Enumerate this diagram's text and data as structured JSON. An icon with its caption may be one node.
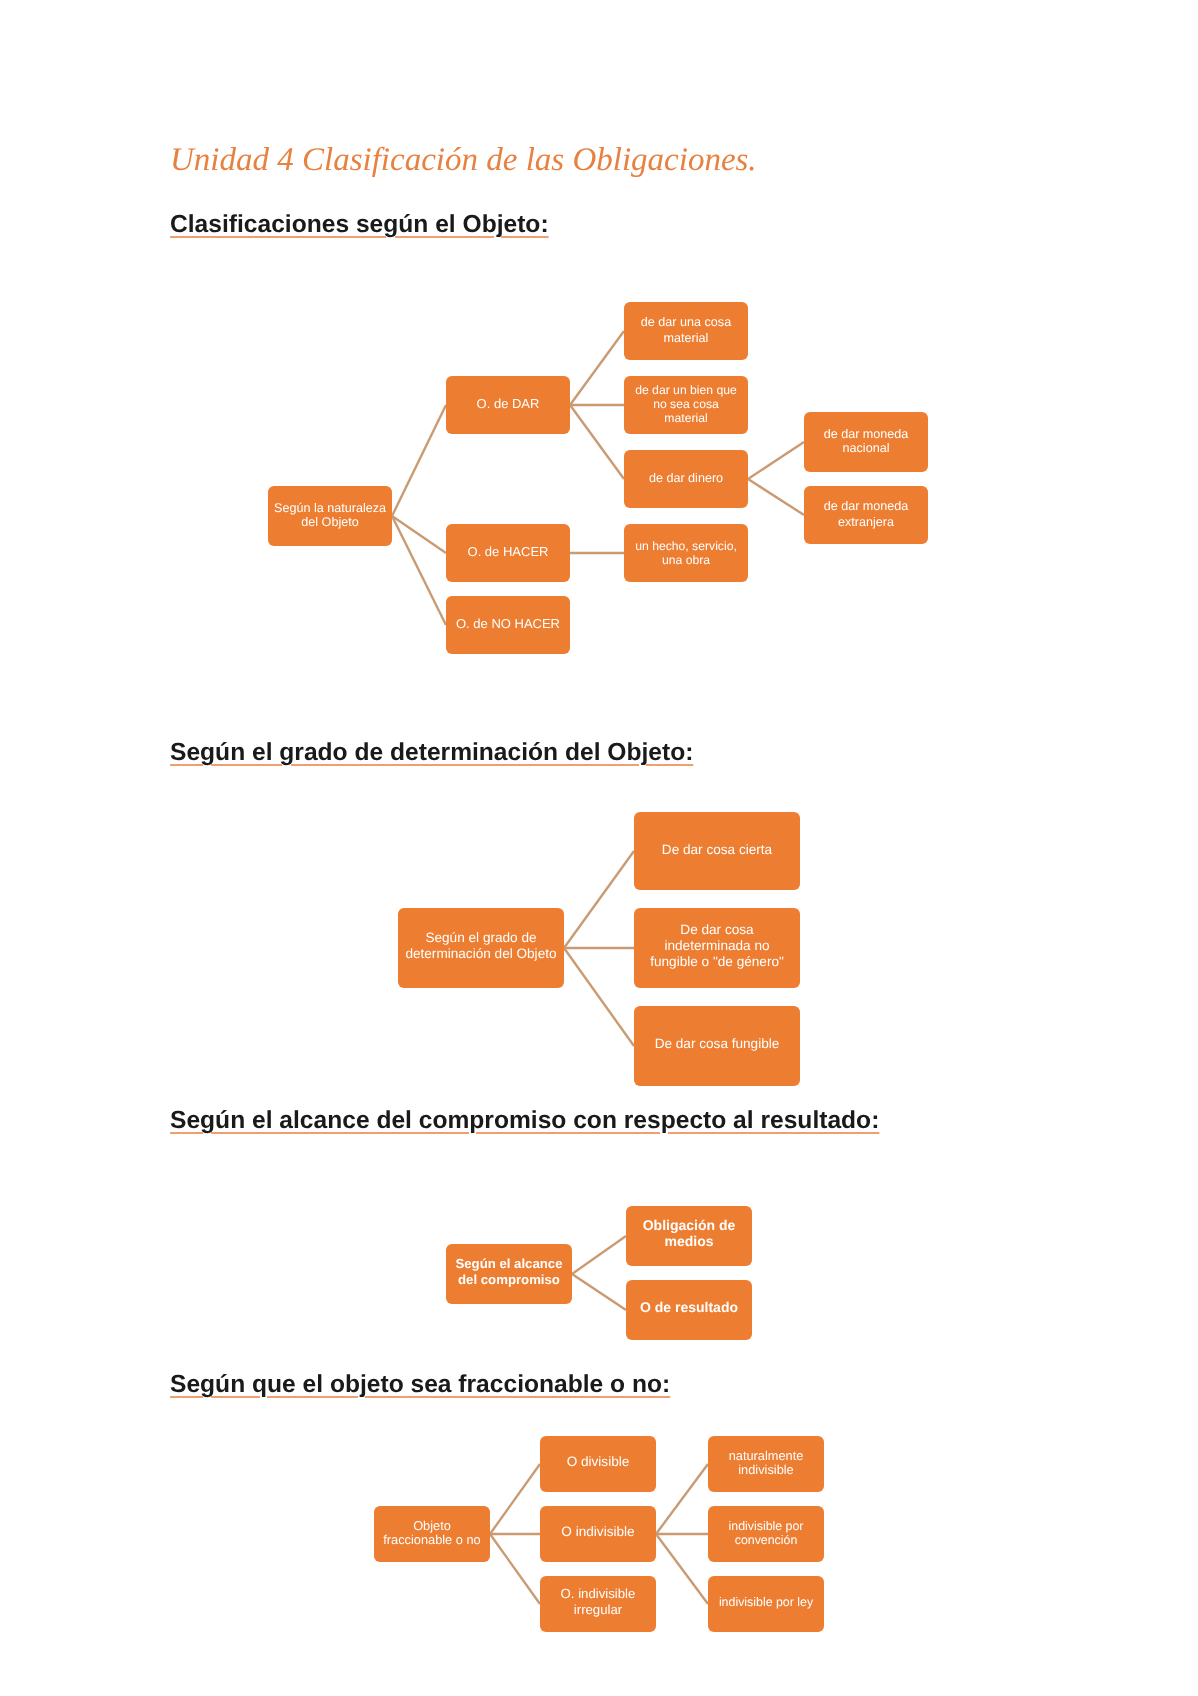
{
  "diagram": {
    "title": "Unidad 4 Clasificación de las Obligaciones.",
    "nodes": [
      {
        "text": [
          "Según la naturaleza del Objeto"
        ]
      },
      {
        "text": [
          "O. de DAR"
        ]
      },
      {
        "text": [
          "O. de HACER"
        ]
      },
      {
        "text": [
          "O. de NO HACER"
        ]
      },
      {
        "text": [
          "de dar una cosa material"
        ]
      },
      {
        "text": [
          "de dar un bien que no sea cosa material"
        ]
      },
      {
        "text": [
          "de dar dinero"
        ]
      },
      {
        "text": [
          "un hecho, servicio, una obra"
        ]
      },
      {
        "text": [
          "de dar moneda nacional"
        ]
      },
      {
        "text": [
          "de dar moneda extranjera"
        ]
      },
      {
        "text": [
          "Según el grado de determinación del Objeto"
        ]
      },
      {
        "text": [
          "De dar cosa cierta"
        ]
      },
      {
        "text": [
          "De dar cosa indeterminada no fungible o \"de género\""
        ]
      },
      {
        "text": [
          "De dar cosa fungible"
        ]
      },
      {
        "text": [
          "Según el alcance del compromiso"
        ]
      },
      {
        "text": [
          "Obligación de medios"
        ]
      },
      {
        "text": [
          "O de resultado"
        ]
      },
      {
        "text": [
          "Objeto fraccionable o no"
        ]
      },
      {
        "text": [
          "O divisible"
        ]
      },
      {
        "text": [
          "O indivisible"
        ]
      },
      {
        "text": [
          "O. indivisible irregular"
        ]
      },
      {
        "text": [
          "naturalmente indivisible"
        ]
      },
      {
        "text": [
          "indivisible por convención"
        ]
      },
      {
        "text": [
          "indivisible por ley"
        ]
      }
    ],
    "edges": [
      {
        "from": 0,
        "to": 1,
        "arrow": "none"
      },
      {
        "from": 0,
        "to": 2,
        "arrow": "none"
      },
      {
        "from": 0,
        "to": 3,
        "arrow": "none"
      },
      {
        "from": 1,
        "to": 4,
        "arrow": "none"
      },
      {
        "from": 1,
        "to": 5,
        "arrow": "none"
      },
      {
        "from": 1,
        "to": 6,
        "arrow": "none"
      },
      {
        "from": 6,
        "to": 8,
        "arrow": "none"
      },
      {
        "from": 6,
        "to": 9,
        "arrow": "none"
      },
      {
        "from": 2,
        "to": 7,
        "arrow": "none"
      },
      {
        "from": 10,
        "to": 11,
        "arrow": "none"
      },
      {
        "from": 10,
        "to": 12,
        "arrow": "none"
      },
      {
        "from": 10,
        "to": 13,
        "arrow": "none"
      },
      {
        "from": 14,
        "to": 15,
        "arrow": "none"
      },
      {
        "from": 14,
        "to": 16,
        "arrow": "none"
      },
      {
        "from": 17,
        "to": 18,
        "arrow": "none"
      },
      {
        "from": 17,
        "to": 19,
        "arrow": "none"
      },
      {
        "from": 17,
        "to": 20,
        "arrow": "none"
      },
      {
        "from": 19,
        "to": 21,
        "arrow": "none"
      },
      {
        "from": 19,
        "to": 22,
        "arrow": "none"
      },
      {
        "from": 19,
        "to": 23,
        "arrow": "none"
      }
    ],
    "labels": [
      "Clasificaciones según el Objeto:",
      "Según el grado de determinación del Objeto:",
      "Según el alcance del compromiso con respecto al resultado:",
      "Según que el objeto sea fraccionable o no:"
    ]
  }
}
